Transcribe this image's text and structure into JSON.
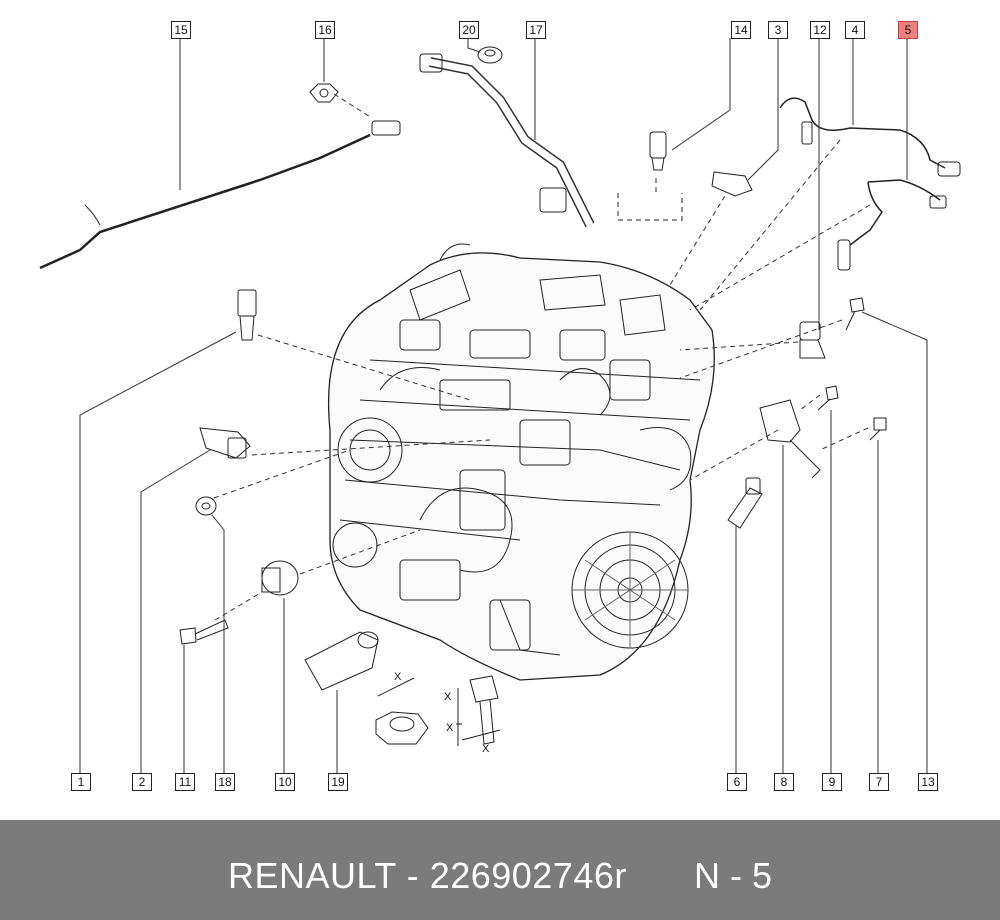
{
  "diagram": {
    "callouts_top": [
      "15",
      "16",
      "20",
      "17",
      "14",
      "3",
      "12",
      "4",
      "5"
    ],
    "callouts_bottom": [
      "1",
      "2",
      "11",
      "18",
      "10",
      "19",
      "6",
      "8",
      "9",
      "7",
      "13"
    ],
    "highlighted": "5",
    "dimension_marks": [
      "X",
      "X",
      "X",
      "X"
    ],
    "highlight_color": "#f08080"
  },
  "footer": {
    "title": "RENAULT - 226902746r",
    "reference": "N - 5"
  }
}
